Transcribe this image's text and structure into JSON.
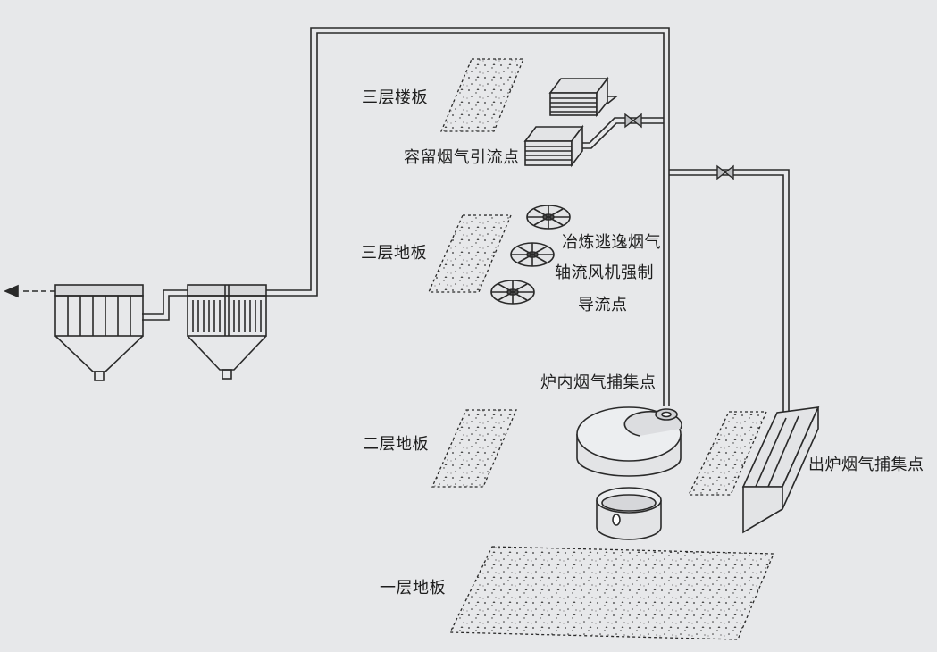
{
  "labels": {
    "floor3_slab": "三层楼板",
    "retention_point": "容留烟气引流点",
    "floor3_floor": "三层地板",
    "fan_point_line1": "冶炼逃逸烟气",
    "fan_point_line2": "轴流风机强制",
    "fan_point_line3": "导流点",
    "furnace_capture": "炉内烟气捕集点",
    "floor2": "二层地板",
    "tap_capture": "出炉烟气捕集点",
    "floor1": "一层地板"
  },
  "colors": {
    "background": "#e7e8ea",
    "line": "#2a2a2a",
    "pipe_fill": "#bdbfc2"
  }
}
